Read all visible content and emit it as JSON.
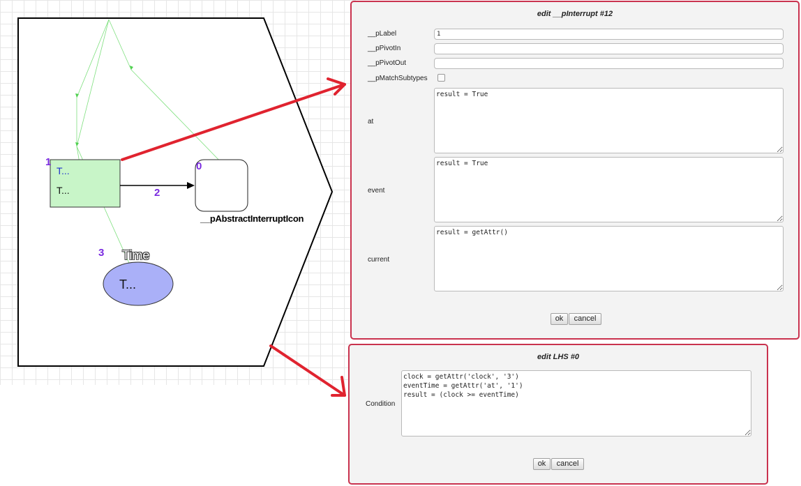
{
  "diagram": {
    "state_text_1": "T...",
    "state_text_2": "T...",
    "icon_caption": "__pAbstractInterruptIcon",
    "time_title": "Time",
    "ellipse_text": "T...",
    "numbers": {
      "n1": "1",
      "n0": "0",
      "n2": "2",
      "n3": "3"
    },
    "colors": {
      "state_fill": "#c8f5c8",
      "ellipse_fill": "#aab0f8",
      "link": "#7ee07e",
      "callout": "#e0232f"
    }
  },
  "interrupt_dialog": {
    "title": "edit __pInterrupt #12",
    "fields": {
      "label": {
        "name": "__pLabel",
        "value": "1"
      },
      "pivot_in": {
        "name": "__pPivotIn",
        "value": ""
      },
      "pivot_out": {
        "name": "__pPivotOut",
        "value": ""
      },
      "match_subtypes": {
        "name": "__pMatchSubtypes",
        "checked": false
      },
      "at": {
        "name": "at",
        "value": "result = True"
      },
      "event": {
        "name": "event",
        "value": "result = True"
      },
      "current": {
        "name": "current",
        "value": "result = getAttr()"
      }
    },
    "ok": "ok",
    "cancel": "cancel"
  },
  "lhs_dialog": {
    "title": "edit LHS #0",
    "condition_label": "Condition",
    "condition_value": "clock = getAttr('clock', '3')\neventTime = getAttr('at', '1')\nresult = (clock >= eventTime)",
    "ok": "ok",
    "cancel": "cancel"
  }
}
